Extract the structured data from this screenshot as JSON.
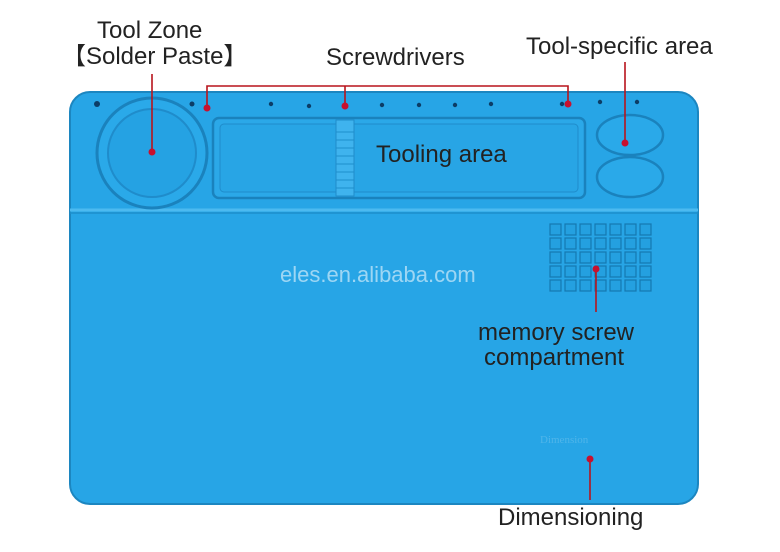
{
  "labels": {
    "tool_zone_line1": "Tool Zone",
    "tool_zone_line2": "【Solder Paste】",
    "screwdrivers": "Screwdrivers",
    "tool_specific": "Tool-specific area",
    "tooling_area": "Tooling area",
    "memory_line1": "memory screw",
    "memory_line2": "compartment",
    "dimensioning": "Dimensioning"
  },
  "watermark": "eles.en.alibaba.com",
  "colors": {
    "mat": "#27a5e6",
    "mat_dark": "#1d8fcc",
    "leader": "#b8141c",
    "dot": "#c8102e",
    "text": "#222222"
  }
}
